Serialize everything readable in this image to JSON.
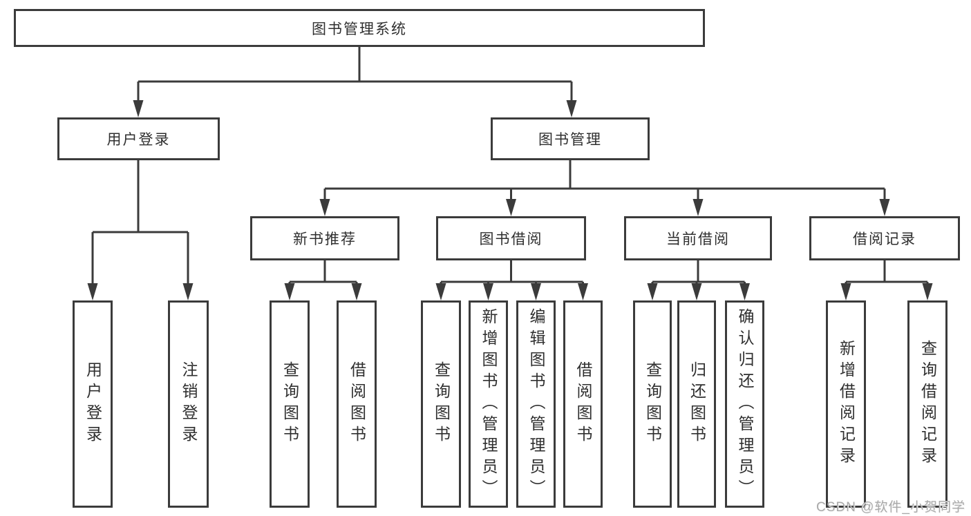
{
  "diagram": {
    "type": "functional-structure-tree",
    "tree": {
      "root": {
        "label": "图书管理系统"
      },
      "branches": [
        {
          "label": "用户登录",
          "leaves": [
            {
              "label": "用户登录"
            },
            {
              "label": "注销登录"
            }
          ]
        },
        {
          "label": "图书管理",
          "groups": [
            {
              "label": "新书推荐",
              "leaves": [
                {
                  "label": "查询图书"
                },
                {
                  "label": "借阅图书"
                }
              ]
            },
            {
              "label": "图书借阅",
              "leaves": [
                {
                  "label": "查询图书"
                },
                {
                  "label": "新增图书（管理员）"
                },
                {
                  "label": "编辑图书（管理员）"
                },
                {
                  "label": "借阅图书"
                }
              ]
            },
            {
              "label": "当前借阅",
              "leaves": [
                {
                  "label": "查询图书"
                },
                {
                  "label": "归还图书"
                },
                {
                  "label": "确认归还（管理员）"
                }
              ]
            },
            {
              "label": "借阅记录",
              "leaves": [
                {
                  "label": "新增借阅记录"
                },
                {
                  "label": "查询借阅记录"
                }
              ]
            }
          ]
        }
      ]
    },
    "watermark": {
      "text": "CSDN @软件_小贺同学"
    },
    "colors": {
      "background": "#ffffff",
      "line": "#3b3b3b",
      "box_border": "#3b3b3b",
      "text": "#2f2f2f",
      "watermark_text": "#a9a9a9"
    }
  }
}
